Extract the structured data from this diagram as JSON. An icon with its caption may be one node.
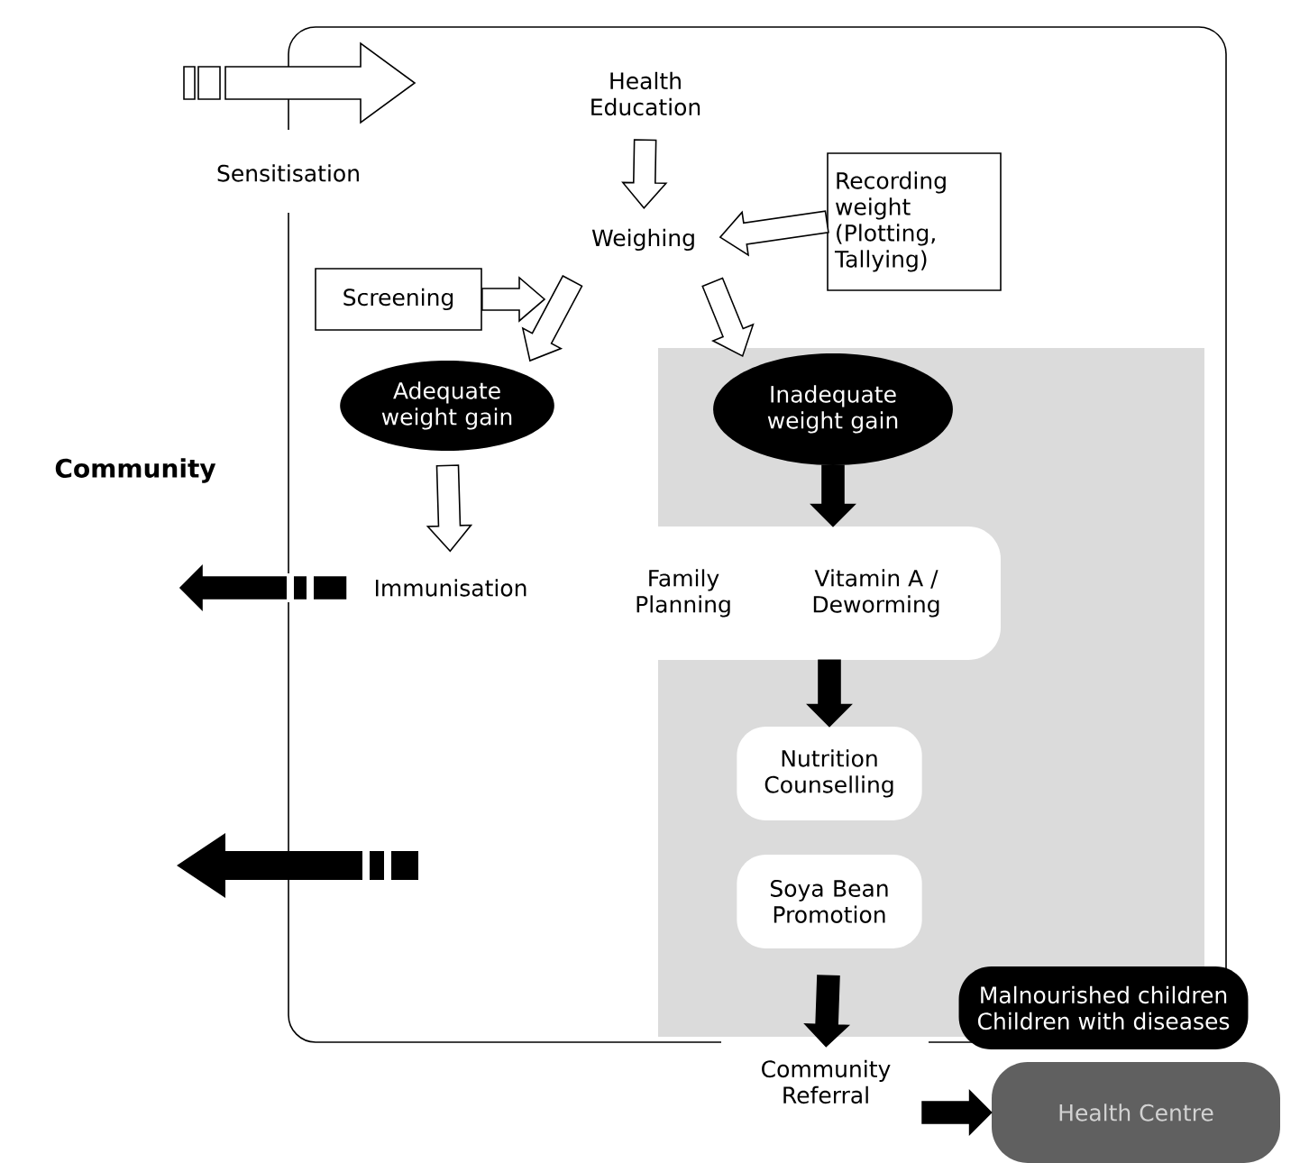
{
  "diagram": {
    "nodes": [
      {
        "text": [
          "Health Education"
        ]
      },
      {
        "text": [
          "Weighing"
        ]
      },
      {
        "text": [
          "Recording weight (Plotting, Tallying)"
        ]
      },
      {
        "text": [
          "Screening"
        ]
      },
      {
        "text": [
          "Adequate weight gain"
        ]
      },
      {
        "text": [
          "Inadequate weight gain"
        ]
      },
      {
        "text": [
          "Immunisation"
        ]
      },
      {
        "text": [
          "Family Planning",
          "Vitamin A / Deworming"
        ]
      },
      {
        "text": [
          "Nutrition Counselling"
        ]
      },
      {
        "text": [
          "Soya Bean Promotion"
        ]
      },
      {
        "text": [
          "Community Referral"
        ]
      },
      {
        "text": [
          "Malnourished children",
          "Children with diseases"
        ]
      },
      {
        "text": [
          "Health Centre"
        ]
      }
    ],
    "edges": [
      {
        "from": 0,
        "to": 1,
        "arrow": "to"
      },
      {
        "from": 2,
        "to": 1,
        "arrow": "to"
      },
      {
        "from": 3,
        "to": null,
        "arrow": "to"
      },
      {
        "from": 1,
        "to": 4,
        "arrow": "to"
      },
      {
        "from": 1,
        "to": 5,
        "arrow": "to"
      },
      {
        "from": 4,
        "to": 6,
        "arrow": "to"
      },
      {
        "from": 5,
        "to": 7,
        "arrow": "to",
        "color": "#000000"
      },
      {
        "from": 7,
        "to": 8,
        "arrow": "to",
        "color": "#000000"
      },
      {
        "from": 9,
        "to": 10,
        "arrow": "to",
        "color": "#000000"
      },
      {
        "from": 10,
        "to": 12,
        "arrow": "to",
        "color": "#000000"
      },
      {
        "from": 6,
        "to": null,
        "arrow": "to",
        "color": "#000000"
      }
    ],
    "labels": [
      "Sensitisation",
      "Community"
    ]
  }
}
